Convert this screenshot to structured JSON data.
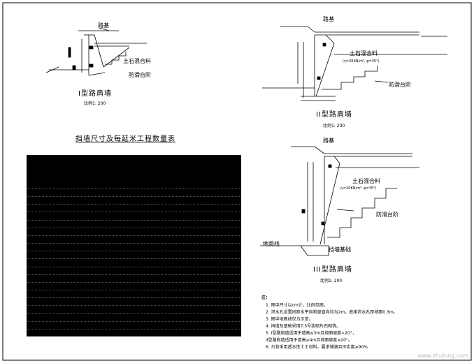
{
  "diagrams": {
    "type1": {
      "roadbed": "路基",
      "fill": "土石混合料",
      "step": "防滑台阶",
      "title": "I型路肩墙",
      "scale": "比例1: 200"
    },
    "type2": {
      "roadbed": "路基",
      "fill": "土石混合料",
      "params": "(γ=20KN/m³, φ=35°)",
      "step": "防滑台阶",
      "title": "II型路肩墙",
      "scale": "比例1: 200"
    },
    "type3": {
      "roadbed": "路基",
      "fill": "土石混合料",
      "params": "(γ=20KN/m³, φ=35°)",
      "step": "防滑台阶",
      "ground": "地面线",
      "foundation": "挡墙基础",
      "title": "III型路肩墙",
      "scale": "比例1: 200"
    }
  },
  "table": {
    "title": "挡墙尺寸及每延米工程数量表",
    "row_count": 19
  },
  "notes": {
    "heading": "注：",
    "items": [
      "1. 图中尺寸以cm计，比例见图。",
      "2. 泄水孔设置间距水平向和竖直向均为2m，底排泄水孔距地面0.3m。",
      "3. 图中地面线仅为示意。",
      "4. 挡墙及基础采用7.5号浆砌片石砌筑。",
      "5. I型路肩墙适用于墙高≤3m且地面坡度<20°，",
      "   II型路肩墙适用于墙高≥4m且地面坡度≥20°。",
      "6. 台背采用透水性土工材料，要求铺满且压实度≥90%"
    ]
  },
  "watermark": "www.zhulong.com"
}
